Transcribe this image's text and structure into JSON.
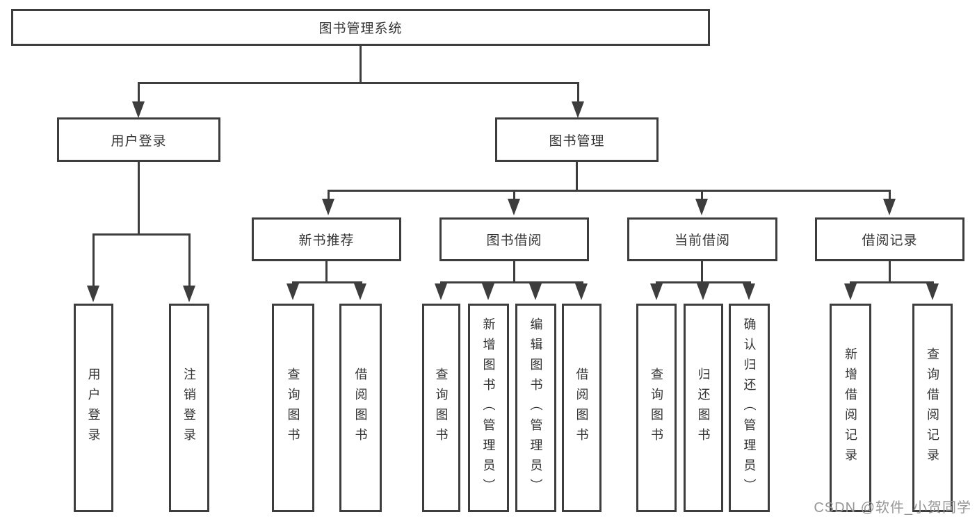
{
  "diagram": {
    "root": {
      "label": "图书管理系统"
    },
    "user_branch": {
      "label": "用户登录",
      "children": [
        {
          "label": "用户登录"
        },
        {
          "label": "注销登录"
        }
      ]
    },
    "book_branch": {
      "label": "图书管理",
      "groups": [
        {
          "label": "新书推荐",
          "children": [
            {
              "label": "查询图书"
            },
            {
              "label": "借阅图书"
            }
          ]
        },
        {
          "label": "图书借阅",
          "children": [
            {
              "label": "查询图书"
            },
            {
              "label": "新增图书（管理员）"
            },
            {
              "label": "编辑图书（管理员）"
            },
            {
              "label": "借阅图书"
            }
          ]
        },
        {
          "label": "当前借阅",
          "children": [
            {
              "label": "查询图书"
            },
            {
              "label": "归还图书"
            },
            {
              "label": "确认归还（管理员）"
            }
          ]
        },
        {
          "label": "借阅记录",
          "children": [
            {
              "label": "新增借阅记录"
            },
            {
              "label": "查询借阅记录"
            }
          ]
        }
      ]
    },
    "watermark": "CSDN @软件_小贺同学",
    "colors": {
      "line": "#3d3d3d",
      "text": "#333333",
      "watermark": "#969696"
    }
  }
}
